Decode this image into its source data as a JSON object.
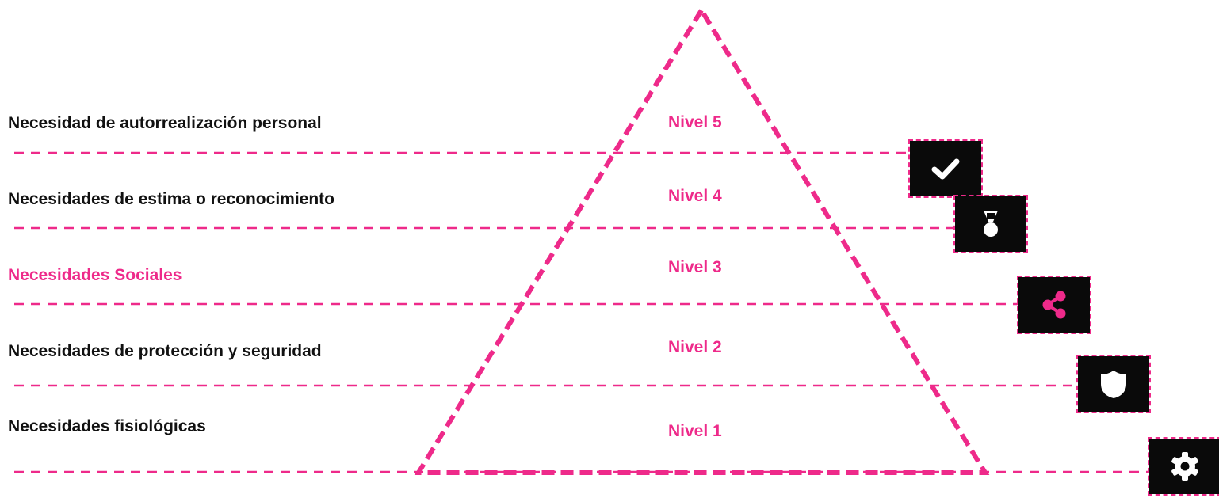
{
  "colors": {
    "accent": "#ee2a8a",
    "text": "#111111",
    "icon_bg": "#0a0a0a",
    "icon_fg": "#ffffff"
  },
  "needs": [
    {
      "label": "Necesidad de autorrealización personal",
      "level": "Nivel 5",
      "icon": "checkmark-icon",
      "highlighted": false
    },
    {
      "label": "Necesidades de estima o reconocimiento",
      "level": "Nivel 4",
      "icon": "medal-icon",
      "highlighted": false
    },
    {
      "label": "Necesidades Sociales",
      "level": "Nivel 3",
      "icon": "share-icon",
      "highlighted": true
    },
    {
      "label": "Necesidades de protección y seguridad",
      "level": "Nivel 2",
      "icon": "shield-icon",
      "highlighted": false
    },
    {
      "label": "Necesidades fisiológicas",
      "level": "Nivel 1",
      "icon": "gear-icon",
      "highlighted": false
    }
  ]
}
